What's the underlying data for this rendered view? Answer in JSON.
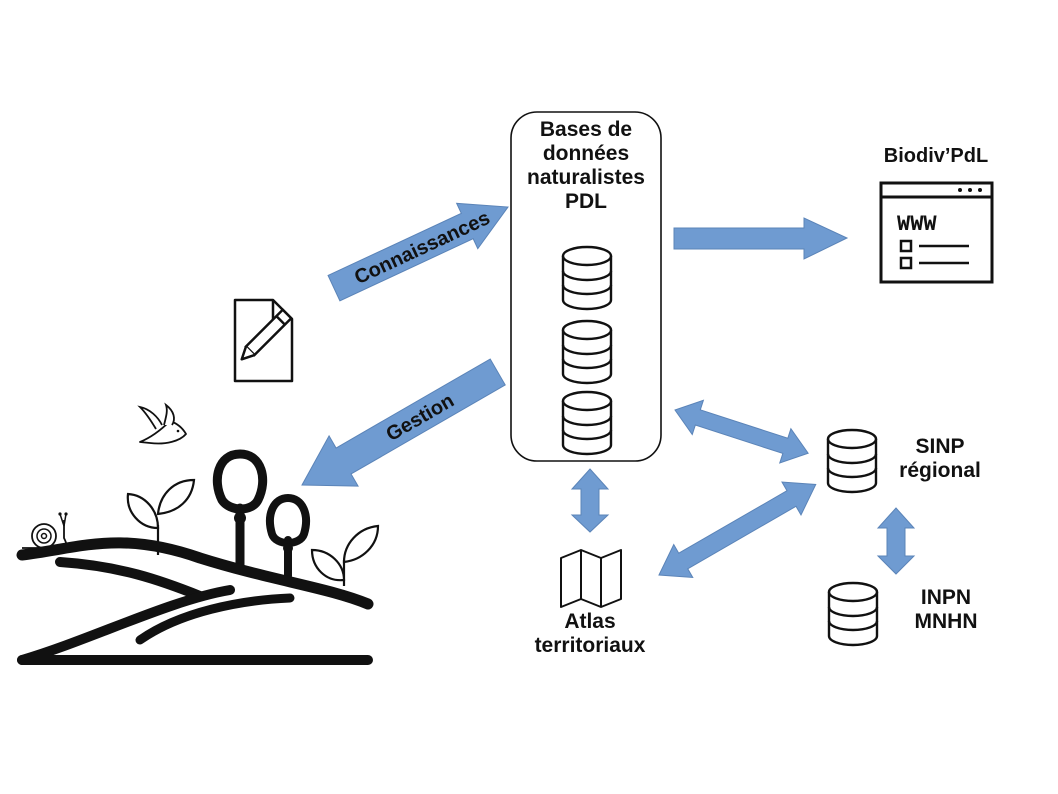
{
  "central": {
    "line1": "Bases de",
    "line2": "données",
    "line3": "naturalistes",
    "line4": "PDL"
  },
  "biodiv": {
    "label": "Biodiv’PdL",
    "browser_text": "WWW"
  },
  "sinp": {
    "line1": "SINP",
    "line2": "régional"
  },
  "inpn": {
    "line1": "INPN",
    "line2": "MNHN"
  },
  "atlas": {
    "line1": "Atlas",
    "line2": "territoriaux"
  },
  "arrows": {
    "connaissances": "Connaissances",
    "gestion": "Gestion"
  },
  "colors": {
    "arrow_fill": "#6f9bd1",
    "arrow_stroke": "#5b84b8",
    "ink": "#111111"
  },
  "icons": [
    "database-icon",
    "browser-icon",
    "map-icon",
    "document-edit-icon",
    "landscape-icon",
    "bird-icon",
    "snail-icon"
  ]
}
